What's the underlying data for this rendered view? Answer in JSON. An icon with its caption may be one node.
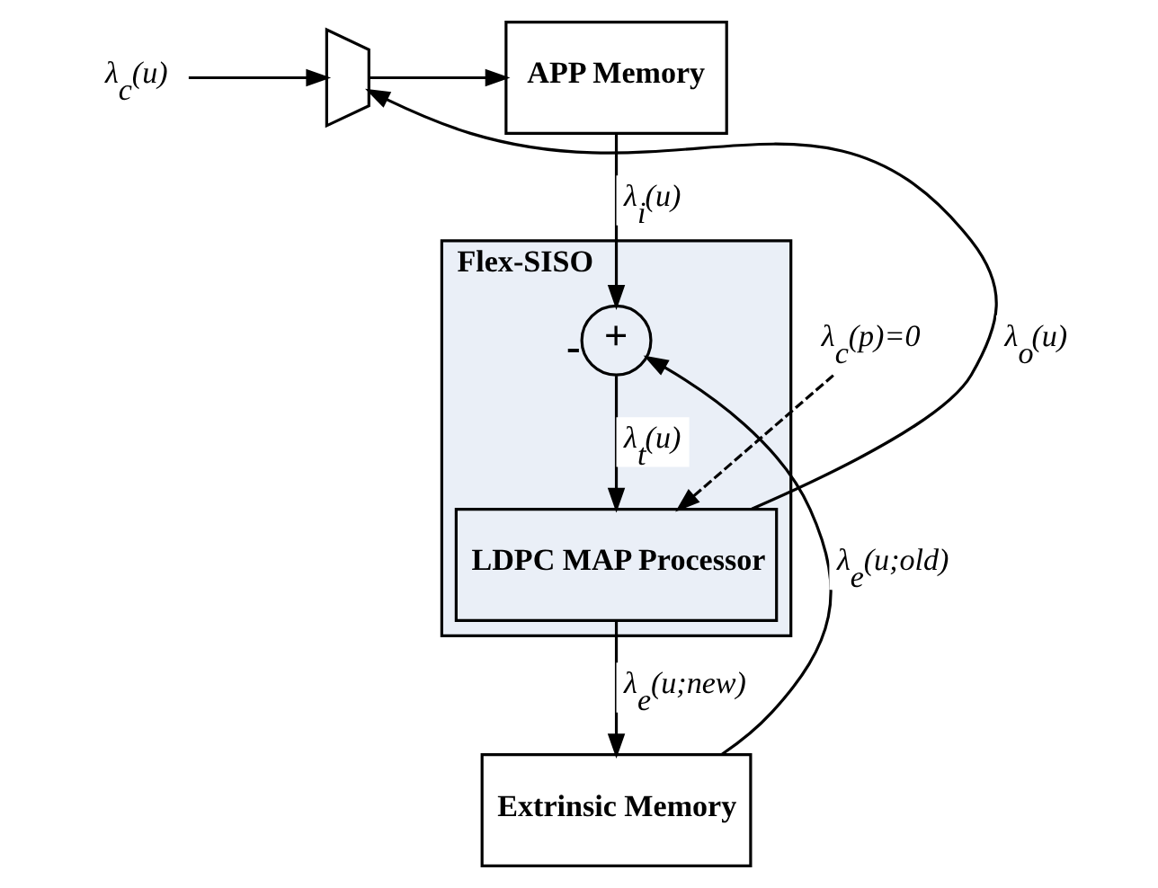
{
  "diagram": {
    "nodes": [
      {
        "text": [
          "APP Memory"
        ]
      },
      {
        "text": [],
        "shape": "trapezoid"
      },
      {
        "text": [
          "λ$_{c}$(u)"
        ]
      },
      {
        "text": [
          "λ$_{c}$(p)=0"
        ]
      },
      {
        "text": [
          "Flex-SISO"
        ]
      },
      {
        "text": [
          "+"
        ],
        "in": 4,
        "beside": [
          "-"
        ]
      },
      {
        "text": [
          "LDPC MAP Processor"
        ],
        "in": 4
      },
      {
        "text": [
          "Extrinsic Memory"
        ]
      }
    ],
    "edges": [
      {
        "from": 0,
        "to": 5,
        "arrow": "to",
        "label": "λ$_{i}$(u)"
      },
      {
        "from": 2,
        "to": 1,
        "arrow": "to"
      },
      {
        "from": 1,
        "to": 0,
        "arrow": "to"
      },
      {
        "from": 3,
        "to": 6,
        "arrow": "to",
        "style": "dashed"
      },
      {
        "from": 5,
        "to": 6,
        "arrow": "to",
        "label": "λ$_{t}$(u)"
      },
      {
        "from": 6,
        "to": 1,
        "arrow": "to",
        "label": "λ$_{o}$(u)"
      },
      {
        "from": 6,
        "to": 7,
        "arrow": "to",
        "label": "λ$_{e}$(u;new)"
      },
      {
        "from": 7,
        "to": 5,
        "arrow": "to",
        "label": "λ$_{e}$(u;old)"
      }
    ]
  }
}
